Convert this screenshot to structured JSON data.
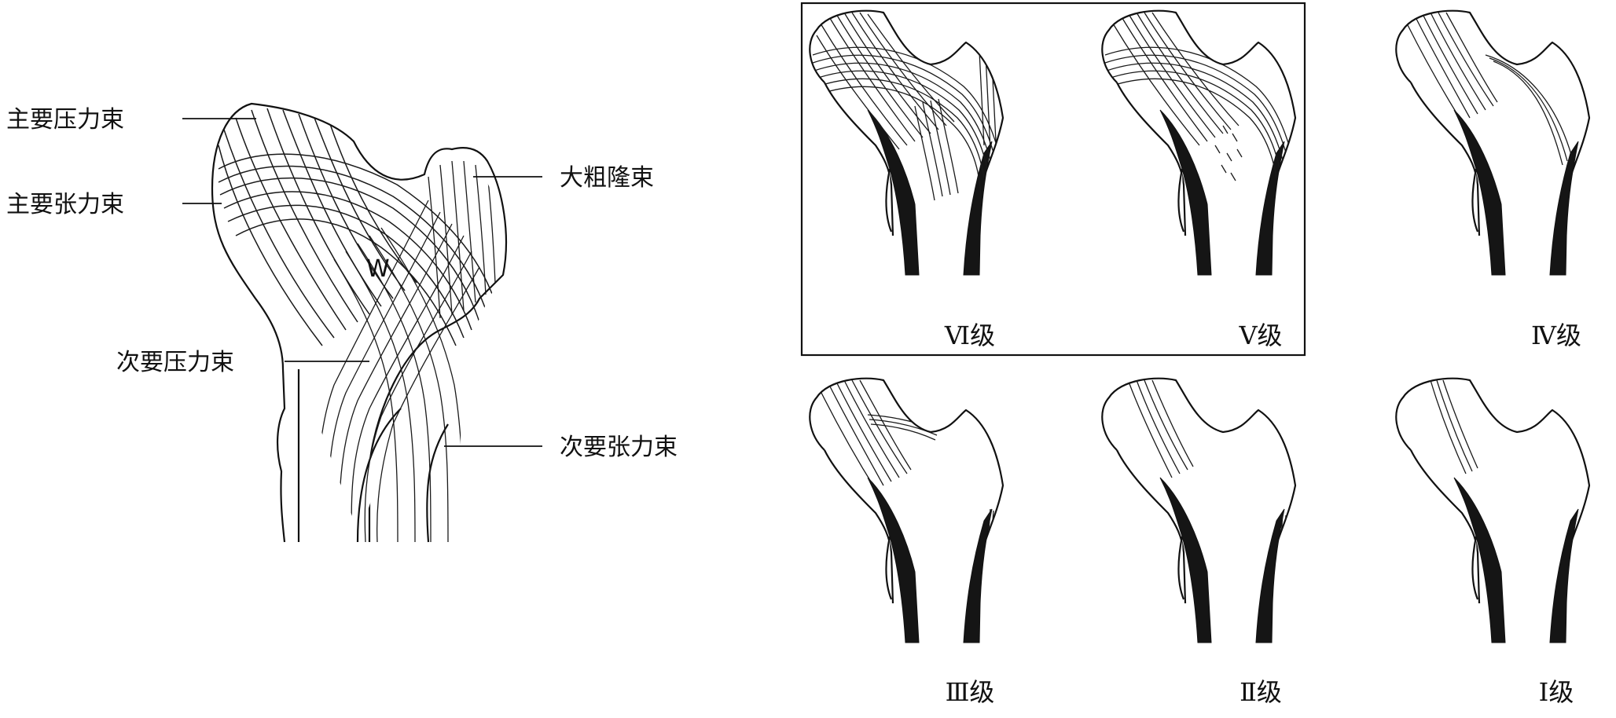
{
  "left_figure": {
    "labels": {
      "primary_compressive": "主要压力束",
      "primary_tensile": "主要张力束",
      "greater_trochanter": "大粗隆束",
      "secondary_compressive": "次要压力束",
      "secondary_tensile": "次要张力束",
      "ward_mark": "W"
    }
  },
  "grades": [
    {
      "id": "VI",
      "label": "Ⅵ级",
      "framed": true
    },
    {
      "id": "V",
      "label": "Ⅴ级",
      "framed": true
    },
    {
      "id": "IV",
      "label": "Ⅳ级",
      "framed": false
    },
    {
      "id": "III",
      "label": "Ⅲ级",
      "framed": false
    },
    {
      "id": "II",
      "label": "Ⅱ级",
      "framed": false
    },
    {
      "id": "I",
      "label": "Ⅰ级",
      "framed": false
    }
  ]
}
